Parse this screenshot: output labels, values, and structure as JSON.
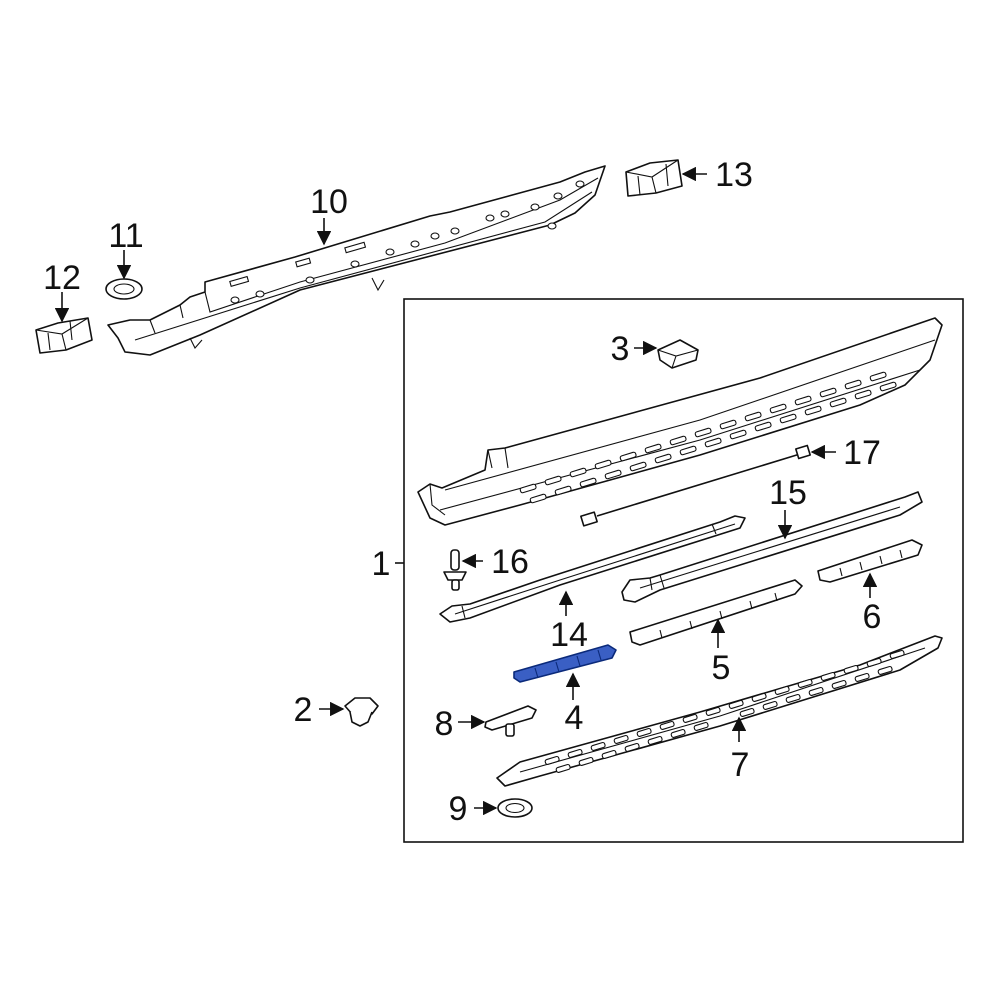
{
  "callouts": {
    "c1": "1",
    "c2": "2",
    "c3": "3",
    "c4": "4",
    "c5": "5",
    "c6": "6",
    "c7": "7",
    "c8": "8",
    "c9": "9",
    "c10": "10",
    "c11": "11",
    "c12": "12",
    "c13": "13",
    "c14": "14",
    "c15": "15",
    "c16": "16",
    "c17": "17"
  },
  "colors": {
    "highlight_fill": "#3a5fc4",
    "highlight_stroke": "#0b2a7a",
    "line": "#111111",
    "background": "#ffffff"
  },
  "highlighted_part": "4"
}
